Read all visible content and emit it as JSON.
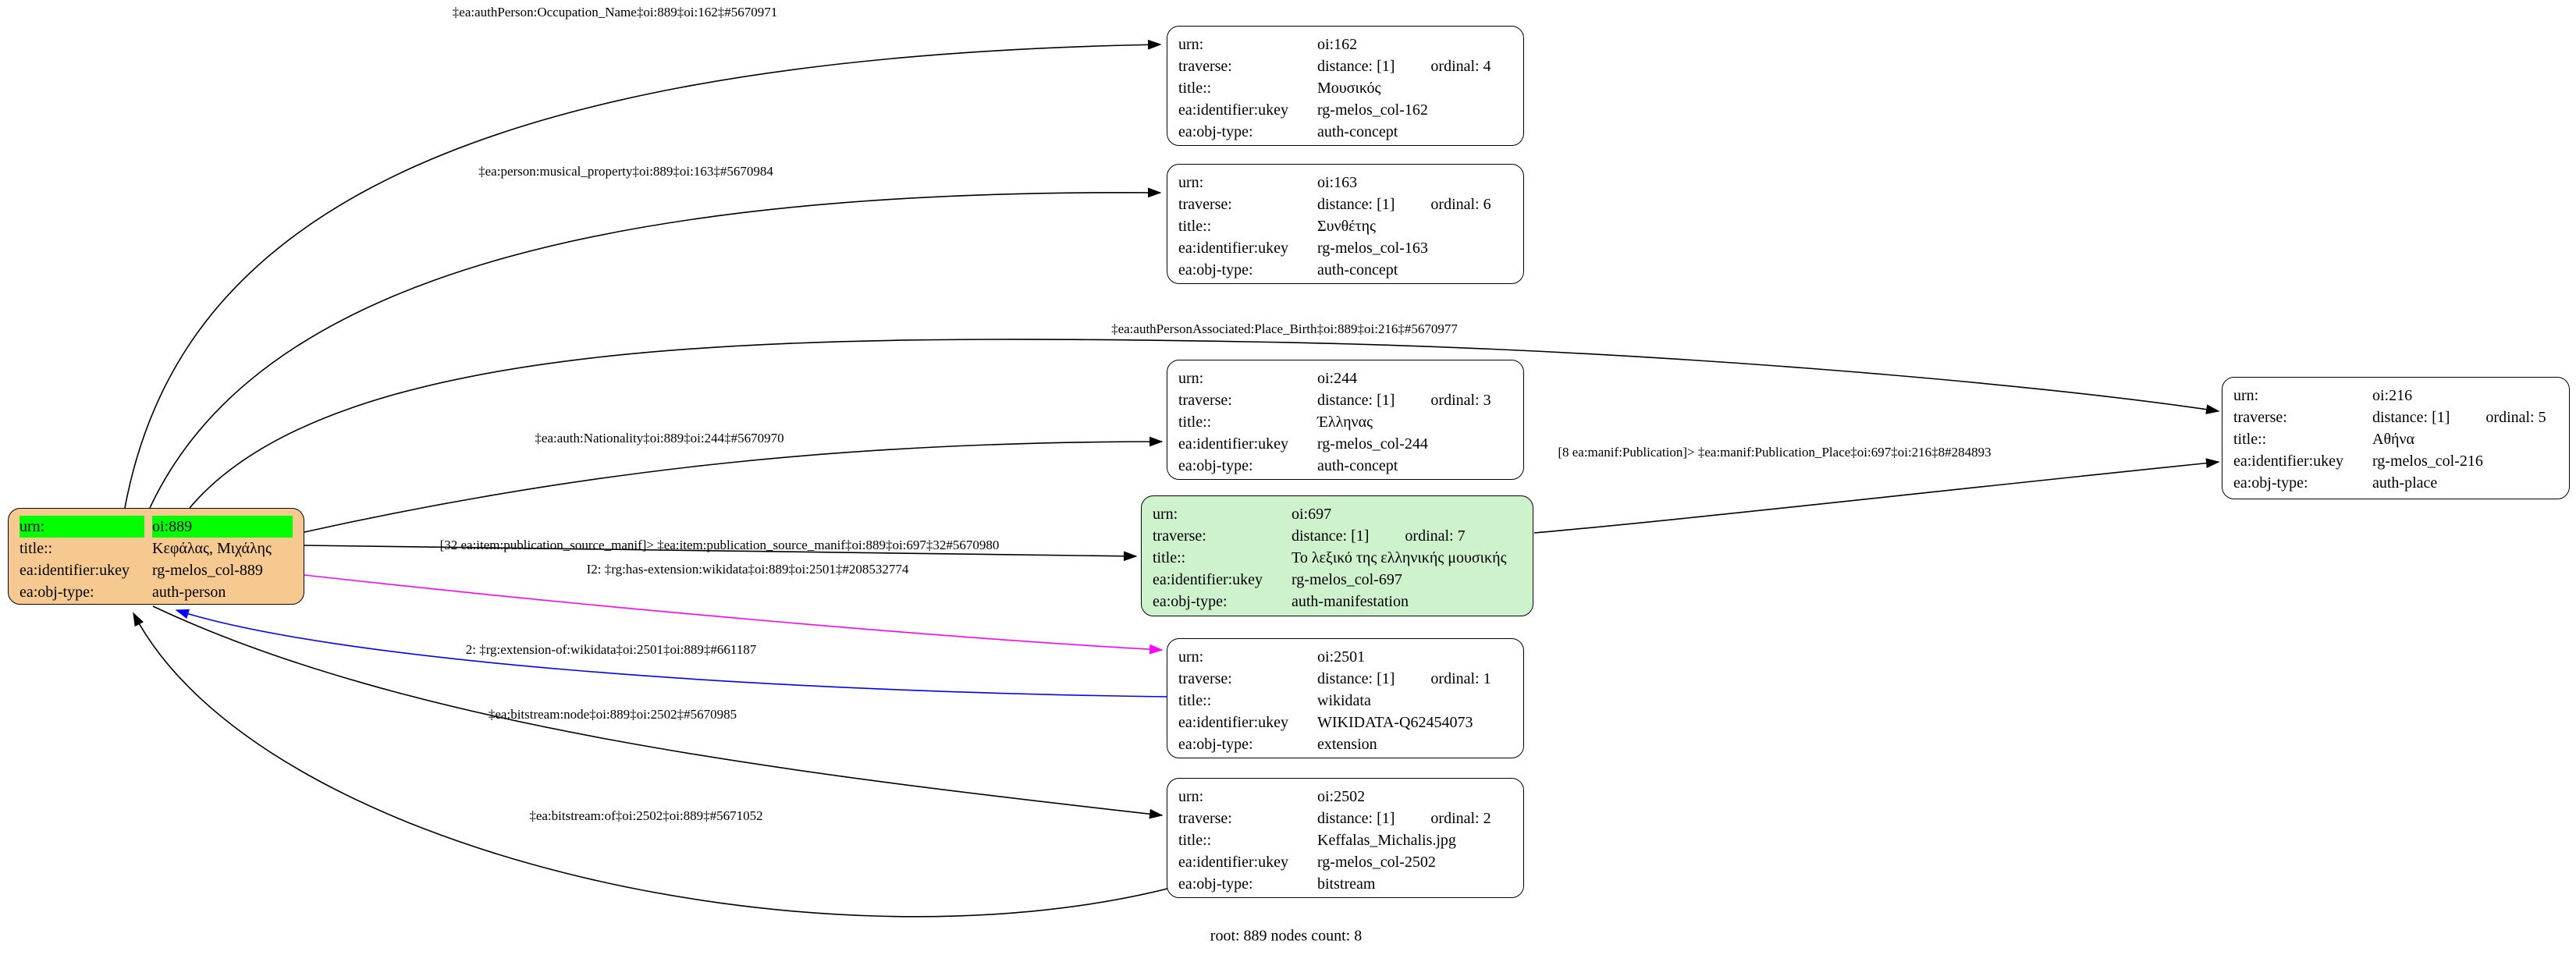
{
  "graph": {
    "caption": "root: 889 nodes count: 8",
    "colors": {
      "root_node_fill": "#f5c98f",
      "highlight_row": "#00ff00",
      "manifestation_node_fill": "#cef2cc",
      "edge_default": "#000000",
      "edge_magenta": "#ff00ff",
      "edge_blue": "#0000ff"
    },
    "nodes": {
      "n889": {
        "rows": [
          {
            "key": "urn:",
            "value": "oi:889"
          },
          {
            "key": "title::",
            "value": "Κεφάλας, Μιχάλης"
          },
          {
            "key": "ea:identifier:ukey",
            "value": "rg-melos_col-889"
          },
          {
            "key": "ea:obj-type:",
            "value": "auth-person"
          }
        ]
      },
      "n162": {
        "rows": [
          {
            "key": "urn:",
            "value": "oi:162"
          },
          {
            "key": "traverse:",
            "value": "distance: [1]",
            "value2": "ordinal: 4"
          },
          {
            "key": "title::",
            "value": "Μουσικός"
          },
          {
            "key": "ea:identifier:ukey",
            "value": "rg-melos_col-162"
          },
          {
            "key": "ea:obj-type:",
            "value": "auth-concept"
          }
        ]
      },
      "n163": {
        "rows": [
          {
            "key": "urn:",
            "value": "oi:163"
          },
          {
            "key": "traverse:",
            "value": "distance: [1]",
            "value2": "ordinal: 6"
          },
          {
            "key": "title::",
            "value": "Συνθέτης"
          },
          {
            "key": "ea:identifier:ukey",
            "value": "rg-melos_col-163"
          },
          {
            "key": "ea:obj-type:",
            "value": "auth-concept"
          }
        ]
      },
      "n244": {
        "rows": [
          {
            "key": "urn:",
            "value": "oi:244"
          },
          {
            "key": "traverse:",
            "value": "distance: [1]",
            "value2": "ordinal: 3"
          },
          {
            "key": "title::",
            "value": "Έλληνας"
          },
          {
            "key": "ea:identifier:ukey",
            "value": "rg-melos_col-244"
          },
          {
            "key": "ea:obj-type:",
            "value": "auth-concept"
          }
        ]
      },
      "n697": {
        "rows": [
          {
            "key": "urn:",
            "value": "oi:697"
          },
          {
            "key": "traverse:",
            "value": "distance: [1]",
            "value2": "ordinal: 7"
          },
          {
            "key": "title::",
            "value": "Το λεξικό της ελληνικής μουσικής"
          },
          {
            "key": "ea:identifier:ukey",
            "value": "rg-melos_col-697"
          },
          {
            "key": "ea:obj-type:",
            "value": "auth-manifestation"
          }
        ]
      },
      "n2501": {
        "rows": [
          {
            "key": "urn:",
            "value": "oi:2501"
          },
          {
            "key": "traverse:",
            "value": "distance: [1]",
            "value2": "ordinal: 1"
          },
          {
            "key": "title::",
            "value": "wikidata"
          },
          {
            "key": "ea:identifier:ukey",
            "value": "WIKIDATA-Q62454073"
          },
          {
            "key": "ea:obj-type:",
            "value": "extension"
          }
        ]
      },
      "n2502": {
        "rows": [
          {
            "key": "urn:",
            "value": "oi:2502"
          },
          {
            "key": "traverse:",
            "value": "distance: [1]",
            "value2": "ordinal: 2"
          },
          {
            "key": "title::",
            "value": "Keffalas_Michalis.jpg"
          },
          {
            "key": "ea:identifier:ukey",
            "value": "rg-melos_col-2502"
          },
          {
            "key": "ea:obj-type:",
            "value": "bitstream"
          }
        ]
      },
      "n216": {
        "rows": [
          {
            "key": "urn:",
            "value": "oi:216"
          },
          {
            "key": "traverse:",
            "value": "distance: [1]",
            "value2": "ordinal: 5"
          },
          {
            "key": "title::",
            "value": "Αθήνα"
          },
          {
            "key": "ea:identifier:ukey",
            "value": "rg-melos_col-216"
          },
          {
            "key": "ea:obj-type:",
            "value": "auth-place"
          }
        ]
      }
    },
    "edge_labels": [
      {
        "id": "occupation-name",
        "text": "‡ea:authPerson:Occupation_Name‡oi:889‡oi:162‡#5670971"
      },
      {
        "id": "musical-property",
        "text": "‡ea:person:musical_property‡oi:889‡oi:163‡#5670984"
      },
      {
        "id": "place-birth",
        "text": "‡ea:authPersonAssociated:Place_Birth‡oi:889‡oi:216‡#5670977"
      },
      {
        "id": "nationality",
        "text": "‡ea:auth:Nationality‡oi:889‡oi:244‡#5670970"
      },
      {
        "id": "publication-source-manif",
        "text": "[32 ea:item:publication_source_manif]> ‡ea:item:publication_source_manif‡oi:889‡oi:697‡32#5670980"
      },
      {
        "id": "has-extension",
        "text": "I2: ‡rg:has-extension:wikidata‡oi:889‡oi:2501‡#208532774"
      },
      {
        "id": "extension-of",
        "text": "2: ‡rg:extension-of:wikidata‡oi:2501‡oi:889‡#661187"
      },
      {
        "id": "bitstream-node",
        "text": "‡ea:bitstream:node‡oi:889‡oi:2502‡#5670985"
      },
      {
        "id": "bitstream-of",
        "text": "‡ea:bitstream:of‡oi:2502‡oi:889‡#5671052"
      },
      {
        "id": "publication-place",
        "text": "[8 ea:manif:Publication]> ‡ea:manif:Publication_Place‡oi:697‡oi:216‡8#284893"
      }
    ]
  }
}
